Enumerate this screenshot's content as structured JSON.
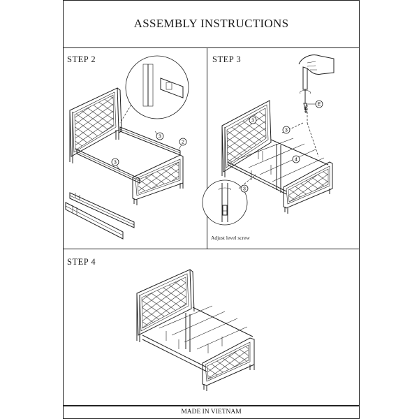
{
  "header": {
    "title": "ASSEMBLY INSTRUCTIONS"
  },
  "steps": [
    {
      "label": "STEP  2",
      "part_callouts": [
        "3",
        "2",
        "3"
      ]
    },
    {
      "label": "STEP  3",
      "part_callouts": [
        "3",
        "3",
        "4",
        "3"
      ],
      "hardware_callout": "E",
      "note": "Adjust level screw"
    },
    {
      "label": "STEP  4"
    }
  ],
  "footer": {
    "text": "MADE IN VIETNAM"
  },
  "colors": {
    "line": "#222222",
    "background": "#ffffff"
  }
}
